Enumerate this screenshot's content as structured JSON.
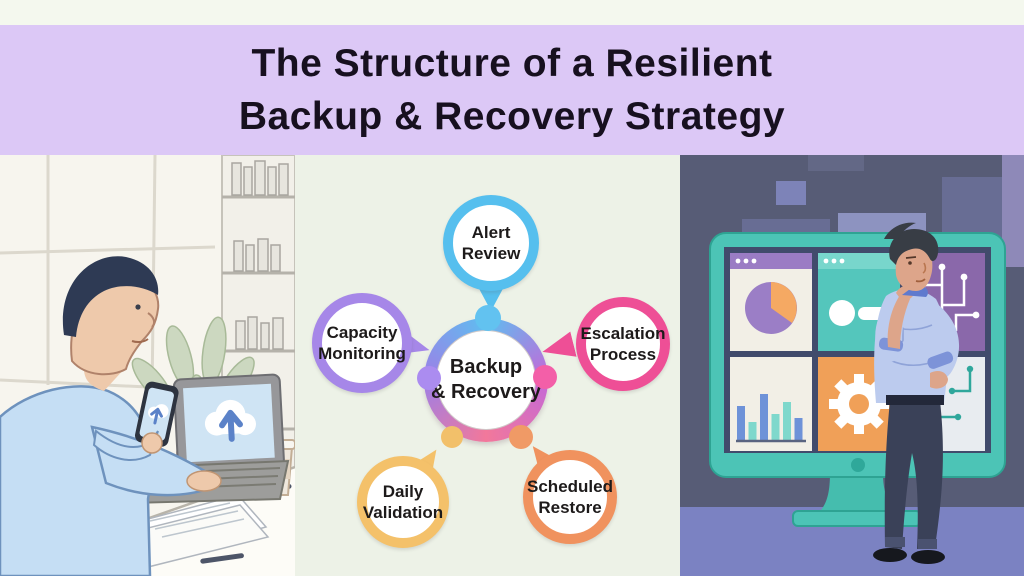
{
  "header": {
    "title_line1": "The Structure of a Resilient",
    "title_line2": "Backup & Recovery Strategy",
    "background": "#dcc8f6",
    "text_color": "#17101f",
    "top_strip_color": "#f4f8ee"
  },
  "diagram": {
    "background": "#edf2e7",
    "center": {
      "label_line1": "Backup",
      "label_line2": "& Recovery",
      "ring_colors": [
        "#5fbdf0",
        "#c468d8",
        "#f2789b",
        "#9d7fe6"
      ],
      "dots": [
        {
          "name": "top-dot",
          "color": "#62c2f0"
        },
        {
          "name": "left-dot",
          "color": "#ab8cf0"
        },
        {
          "name": "right-dot",
          "color": "#f35fa8"
        },
        {
          "name": "bottom-left-dot",
          "color": "#f2c06a"
        },
        {
          "name": "bottom-right-dot",
          "color": "#f09a66"
        }
      ]
    },
    "nodes": [
      {
        "id": "alert-review",
        "label_line1": "Alert",
        "label_line2": "Review",
        "color": "#56bfee",
        "position": "top"
      },
      {
        "id": "capacity-monitoring",
        "label_line1": "Capacity",
        "label_line2": "Monitoring",
        "color": "#a687e8",
        "position": "left"
      },
      {
        "id": "escalation-process",
        "label_line1": "Escalation",
        "label_line2": "Process",
        "color": "#ee4f96",
        "position": "right"
      },
      {
        "id": "daily-validation",
        "label_line1": "Daily",
        "label_line2": "Validation",
        "color": "#f4c16a",
        "position": "bottom-left"
      },
      {
        "id": "scheduled-restore",
        "label_line1": "Scheduled",
        "label_line2": "Restore",
        "color": "#f0925e",
        "position": "bottom-right"
      }
    ]
  },
  "left_illustration": {
    "description": "man in light blue shirt at white desk, typing on laptop and holding smartphone; both screens show cloud upload icon; bookshelf, plant, window, coffee cup, papers",
    "palette": {
      "wall": "#f7f5ee",
      "shirt": "#c5def4",
      "hair": "#2e3a54",
      "skin": "#eec9ab",
      "screen": "#cfe4f4",
      "cloud": "#ffffff",
      "arrow": "#5b82c8",
      "leaf": "#ccd8c0",
      "pot": "#c79b82"
    }
  },
  "right_illustration": {
    "description": "man thinking with hand on chin in front of large teal monitor showing a dashboard of six tiles",
    "palette": {
      "wall": "#575c76",
      "floor": "#7b82c2",
      "monitor": "#4cc4b6",
      "bezel": "#414b6c",
      "shirt": "#bccbee",
      "pants": "#3a4158",
      "skin": "#dda58a",
      "tile_purple": "#8a68aa",
      "tile_teal": "#54c6bc",
      "tile_orange": "#f0a058",
      "card": "#f2efe6"
    },
    "dashboard": {
      "tiles": [
        "pie-chart-card",
        "toggle-card",
        "circuit-board-purple",
        "bar-chart-card",
        "gear-card",
        "circuit-board-light"
      ],
      "bar_chart": {
        "heights": [
          34,
          18,
          46,
          26,
          38,
          22
        ],
        "colors": [
          "#6e92d8",
          "#7fd8cc",
          "#6e92d8",
          "#7fd8cc",
          "#7fd8cc",
          "#6e92d8"
        ]
      },
      "pie_colors": {
        "base": "#9b7ec6",
        "slice": "#f5a963"
      }
    }
  }
}
